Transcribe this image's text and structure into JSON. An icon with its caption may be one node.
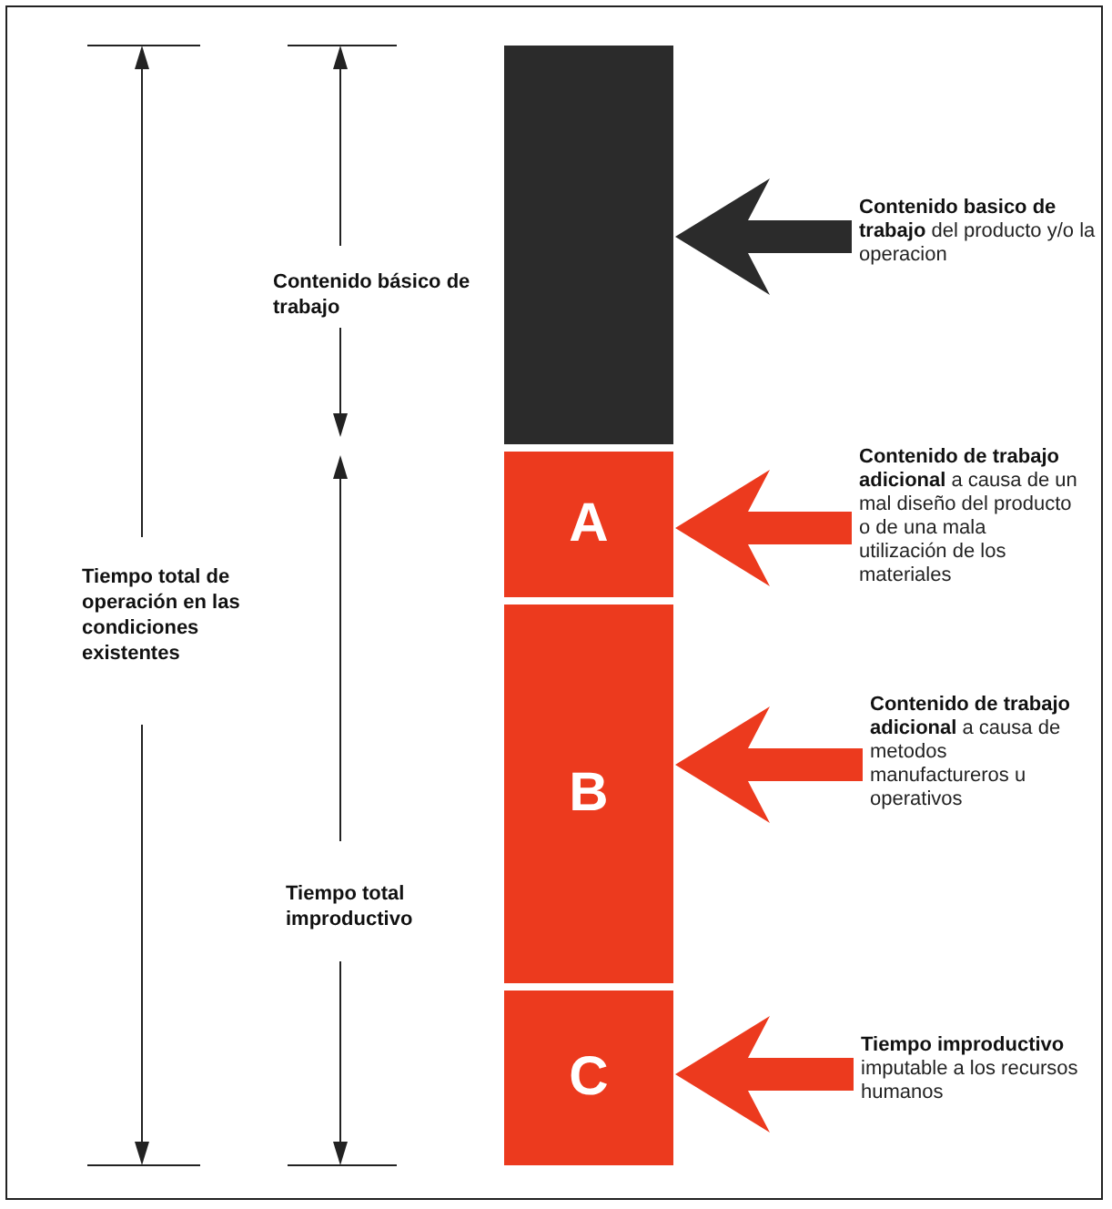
{
  "diagram": {
    "nodes": [
      {
        "text": [],
        "shape": "bar"
      },
      {
        "text": [
          "A"
        ]
      },
      {
        "text": [
          "B"
        ]
      },
      {
        "text": [
          "C"
        ]
      },
      {
        "text": [
          "**Contenido basico de trabajo** del producto y/o la operacion"
        ]
      },
      {
        "text": [
          "**Contenido de trabajo adicional** a causa de un mal diseño del producto o de una mala utilización de los materiales"
        ]
      },
      {
        "text": [
          "**Contenido de trabajo adicional** a causa de metodos manufactureros u operativos"
        ]
      },
      {
        "text": [
          "**Tiempo improductivo** imputable a los recursos humanos"
        ]
      }
    ],
    "edges": [
      {
        "from": 4,
        "to": 0,
        "arrow": "to",
        "color": "#2b2b2b"
      },
      {
        "from": 5,
        "to": 1,
        "arrow": "to"
      },
      {
        "from": 6,
        "to": 2,
        "arrow": "to"
      },
      {
        "from": 7,
        "to": 3,
        "arrow": "to"
      }
    ],
    "labels": [
      "Contenido básico de trabajo",
      "Tiempo total de operación en las condiciones existentes",
      "Tiempo total improductivo"
    ]
  }
}
